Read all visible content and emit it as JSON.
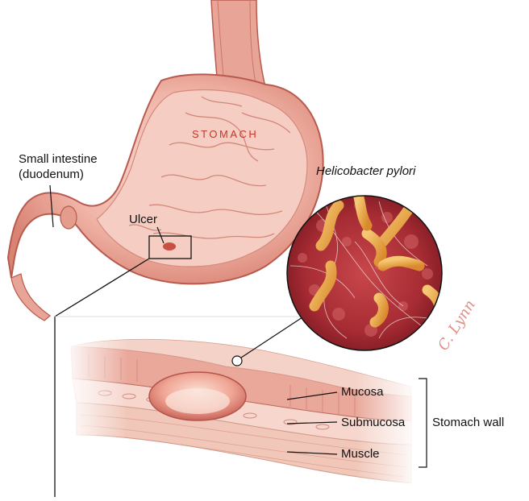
{
  "labels": {
    "stomach": "STOMACH",
    "small_intestine_line1": "Small intestine",
    "small_intestine_line2": "(duodenum)",
    "ulcer": "Ulcer",
    "bacteria": "Helicobacter pylori",
    "mucosa": "Mucosa",
    "submucosa": "Submucosa",
    "muscle": "Muscle",
    "stomach_wall": "Stomach wall",
    "signature": "C. Lynn"
  },
  "colors": {
    "stomach_fill": "#f3c3b8",
    "stomach_outline": "#b85a4e",
    "mucosa_dark": "#c85a52",
    "bacteria_body": "#e8a64a",
    "circle_bg": "#b8353a",
    "stomach_word": "#c0392b"
  }
}
